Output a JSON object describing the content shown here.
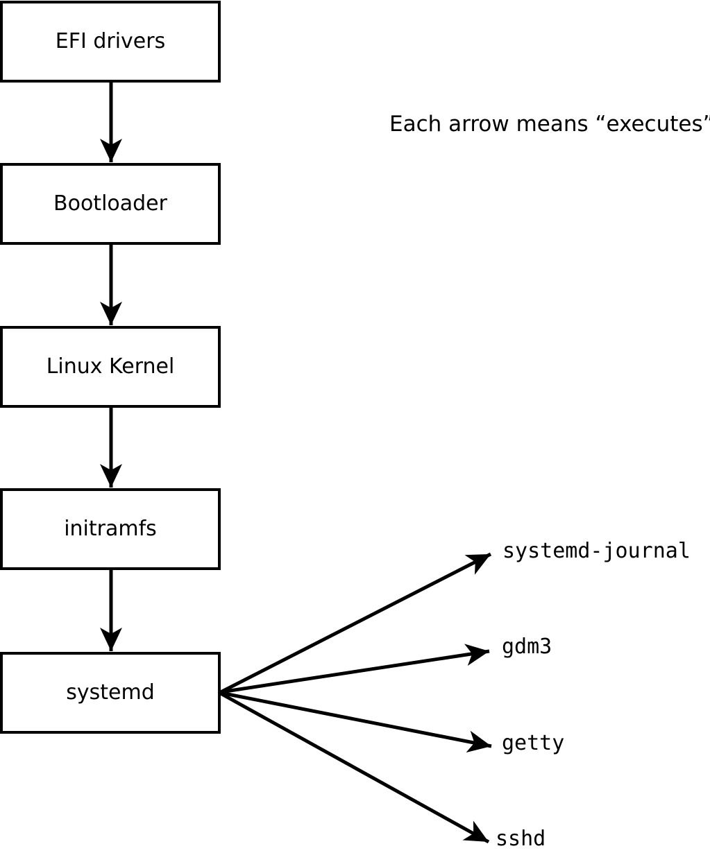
{
  "note": "Each arrow means “executes”.",
  "diagram": {
    "nodes": [
      {
        "label": "EFI drivers"
      },
      {
        "label": "Bootloader"
      },
      {
        "label": "Linux Kernel"
      },
      {
        "label": "initramfs"
      },
      {
        "label": "systemd"
      }
    ],
    "targets": [
      {
        "label": "systemd-journal"
      },
      {
        "label": "gdm3"
      },
      {
        "label": "getty"
      },
      {
        "label": "sshd"
      }
    ],
    "edges": [
      {
        "from": "EFI drivers",
        "to": "Bootloader",
        "meaning": "executes"
      },
      {
        "from": "Bootloader",
        "to": "Linux Kernel",
        "meaning": "executes"
      },
      {
        "from": "Linux Kernel",
        "to": "initramfs",
        "meaning": "executes"
      },
      {
        "from": "initramfs",
        "to": "systemd",
        "meaning": "executes"
      },
      {
        "from": "systemd",
        "to": "systemd-journal",
        "meaning": "executes"
      },
      {
        "from": "systemd",
        "to": "gdm3",
        "meaning": "executes"
      },
      {
        "from": "systemd",
        "to": "getty",
        "meaning": "executes"
      },
      {
        "from": "systemd",
        "to": "sshd",
        "meaning": "executes"
      }
    ]
  },
  "colors": {
    "background": "#ffffff",
    "stroke": "#000000",
    "text": "#000000"
  }
}
